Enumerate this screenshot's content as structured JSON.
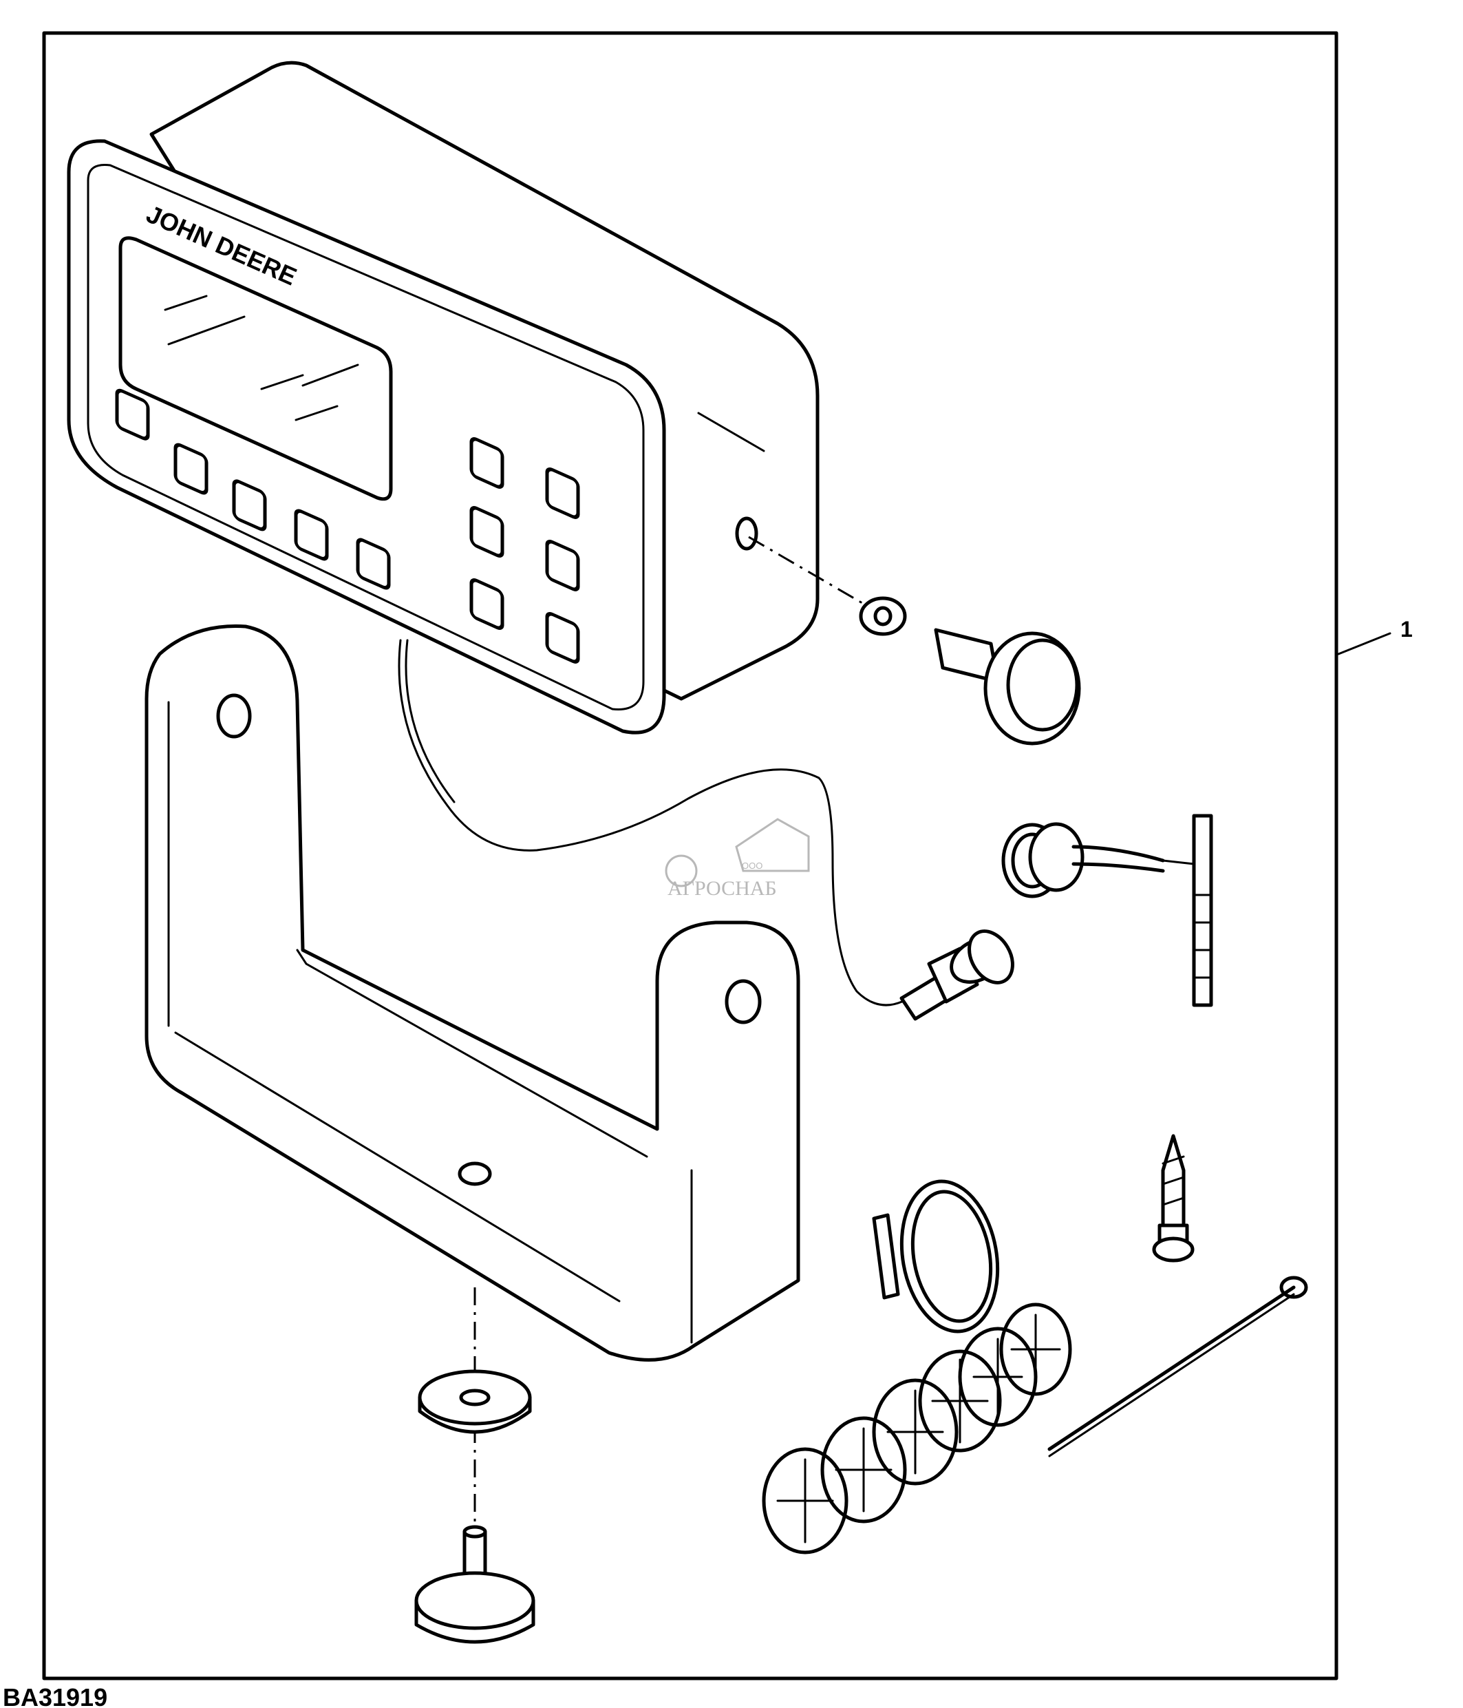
{
  "figure": {
    "id": "BA31919",
    "callout": "1"
  },
  "display": {
    "brand": "JOHN DEERE"
  },
  "watermark": {
    "small": "ООО",
    "name": "АГРОСНАБ"
  },
  "colors": {
    "ink": "#000000",
    "paper": "#ffffff",
    "watermark": "#b8b8b8"
  }
}
